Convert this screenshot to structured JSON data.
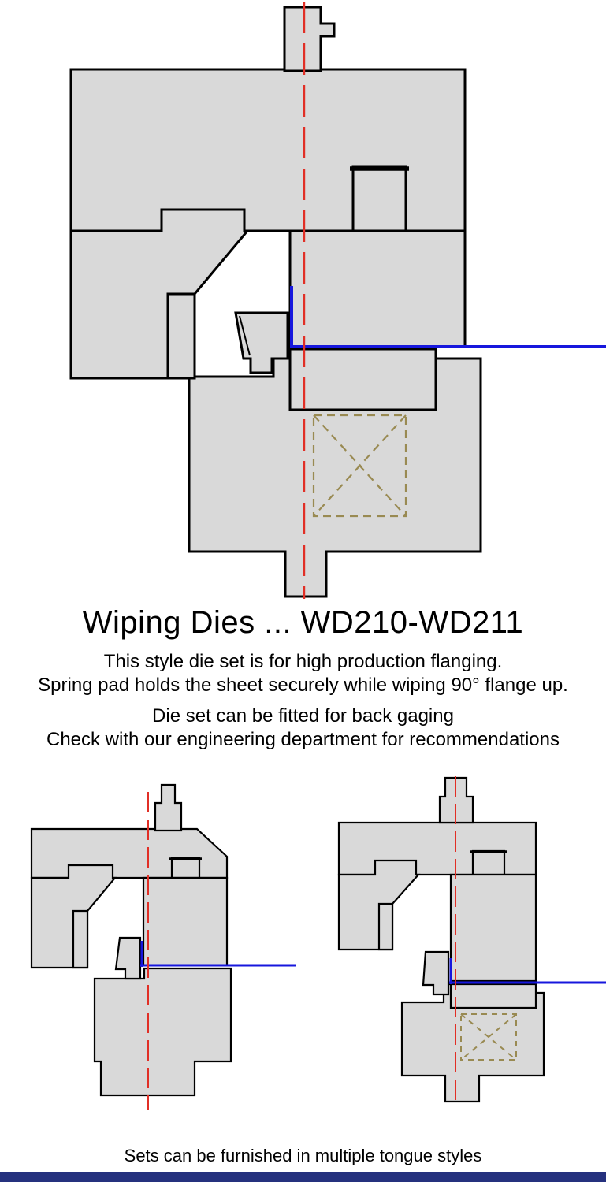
{
  "title": "Wiping Dies ... WD210-WD211",
  "description": {
    "line1": "This style die set is for high production flanging.",
    "line2": "Spring pad holds the sheet securely while wiping 90° flange up.",
    "line3": "Die set can be fitted for back gaging",
    "line4": "Check with our engineering department for recommendations"
  },
  "footer": {
    "caption": "Sets can be furnished in multiple tongue styles"
  },
  "colors": {
    "metal_fill": "#d9d9d9",
    "outline": "#000000",
    "centerline_red": "#e12f26",
    "sheet_blue": "#1717dd",
    "spring_tan": "#998a52",
    "footer_bar": "#25317e",
    "page_background": "#ffffff"
  }
}
